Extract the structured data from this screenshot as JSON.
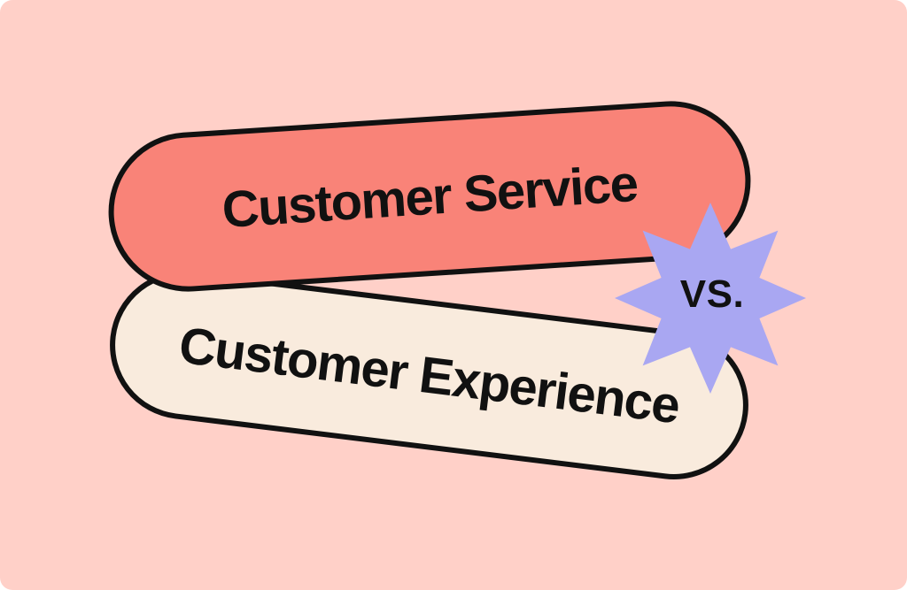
{
  "graphic": {
    "pills": [
      {
        "label": "Customer Service",
        "fill": "#F98378"
      },
      {
        "label": "Customer Experience",
        "fill": "#F9EBDD"
      }
    ],
    "badge": {
      "label": "VS.",
      "fill": "#A9A7F2"
    }
  },
  "colors": {
    "background": "#FFD0C8",
    "outline_ink": "#111111",
    "page_behind_corners": "#FFFFFF"
  }
}
